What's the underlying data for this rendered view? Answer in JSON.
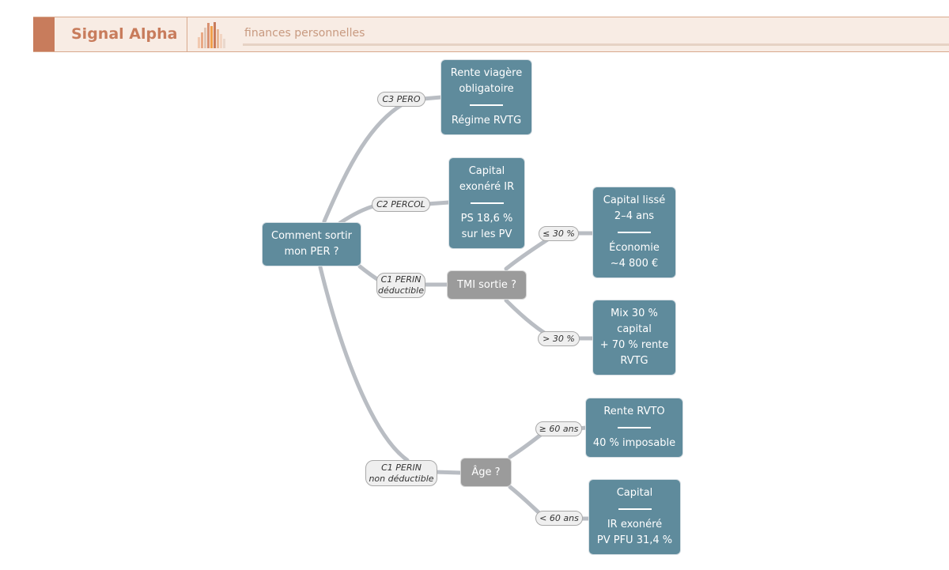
{
  "header": {
    "brand": "Signal Alpha",
    "tagline": "finances personnelles",
    "accent": "#c87c5c",
    "background": "#f8ece4"
  },
  "diagram": {
    "root": {
      "lines": [
        "Comment sortir",
        "mon PER ?"
      ]
    },
    "nodes": {
      "c3_result": {
        "top": [
          "Rente viagère",
          "obligatoire"
        ],
        "bottom": [
          "Régime RVTG"
        ]
      },
      "c2_result": {
        "top": [
          "Capital",
          "exonéré IR"
        ],
        "bottom": [
          "PS 18,6 %",
          "sur les PV"
        ]
      },
      "tmi_question": {
        "lines": [
          "TMI sortie ?"
        ]
      },
      "tmi_low_result": {
        "top": [
          "Capital lissé",
          "2–4 ans"
        ],
        "bottom": [
          "Économie",
          "~4 800 €"
        ]
      },
      "tmi_high_result": {
        "lines": [
          "Mix 30 %",
          "capital",
          "+ 70 % rente",
          "RVTG"
        ]
      },
      "age_question": {
        "lines": [
          "Âge ?"
        ]
      },
      "age_old_result": {
        "top": [
          "Rente RVTO"
        ],
        "bottom": [
          "40 % imposable"
        ]
      },
      "age_young_result": {
        "top": [
          "Capital"
        ],
        "bottom": [
          "IR exonéré",
          "PV PFU 31,4 %"
        ]
      }
    },
    "edge_labels": {
      "c3": [
        "C3 PERO"
      ],
      "c2": [
        "C2 PERCOL"
      ],
      "c1_ded": [
        "C1 PERIN",
        "déductible"
      ],
      "c1_nonded": [
        "C1 PERIN",
        "non déductible"
      ],
      "tmi_low": [
        "≤ 30 %"
      ],
      "tmi_high": [
        "> 30 %"
      ],
      "age_old": [
        "≥ 60 ans"
      ],
      "age_young": [
        "< 60 ans"
      ]
    },
    "colors": {
      "result_node": "#5f8b9c",
      "decision_node": "#9b9b9b",
      "edge": "#b9bdc3"
    }
  }
}
